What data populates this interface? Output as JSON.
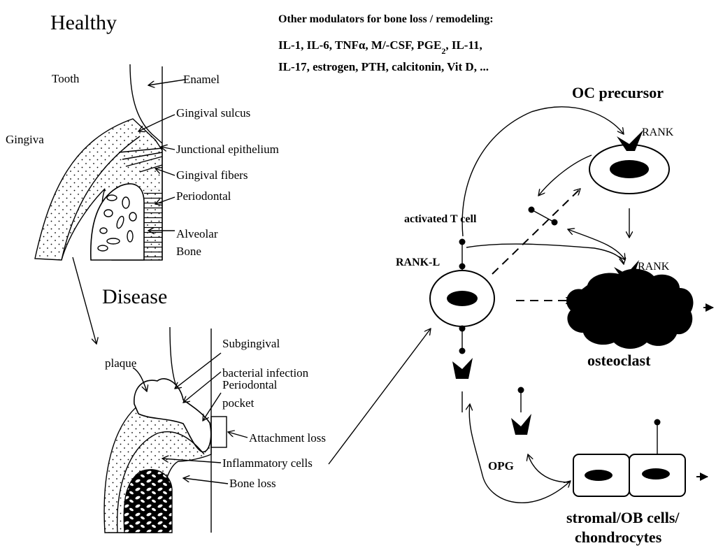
{
  "left": {
    "healthy_title": "Healthy",
    "disease_title": "Disease",
    "healthy_labels": {
      "tooth": "Tooth",
      "gingiva": "Gingiva",
      "enamel": "Enamel",
      "gingival_sulcus": "Gingival sulcus",
      "junctional_epithelium": "Junctional epithelium",
      "gingival_fibers": "Gingival fibers",
      "periodontal": "Periodontal",
      "alveolar": "Alveolar",
      "bone": "Bone"
    },
    "disease_labels": {
      "subgingival": "Subgingival",
      "bacterial_infection": "bacterial infection",
      "plaque": "plaque",
      "periodontal": "Periodontal",
      "pocket": "pocket",
      "attachment_loss": "Attachment loss",
      "inflammatory_cells": "Inflammatory cells",
      "bone_loss": "Bone loss"
    }
  },
  "modulators": {
    "heading": "Other modulators for bone loss / remodeling:",
    "line1": "IL-1, IL-6, TNFα, M/-CSF, PGE",
    "line1_sub": "2",
    "line1_end": ", IL-11,",
    "line2": "IL-17, estrogen, PTH, calcitonin, Vit D, ..."
  },
  "right": {
    "oc_precursor": "OC precursor",
    "rank_top": "RANK",
    "rank_bottom": "RANK",
    "activated_t_cell": "activated T cell",
    "rank_l": "RANK-L",
    "osteoclast": "osteoclast",
    "opg": "OPG",
    "stromal_line1": "stromal/OB cells/",
    "stromal_line2": "chondrocytes"
  }
}
